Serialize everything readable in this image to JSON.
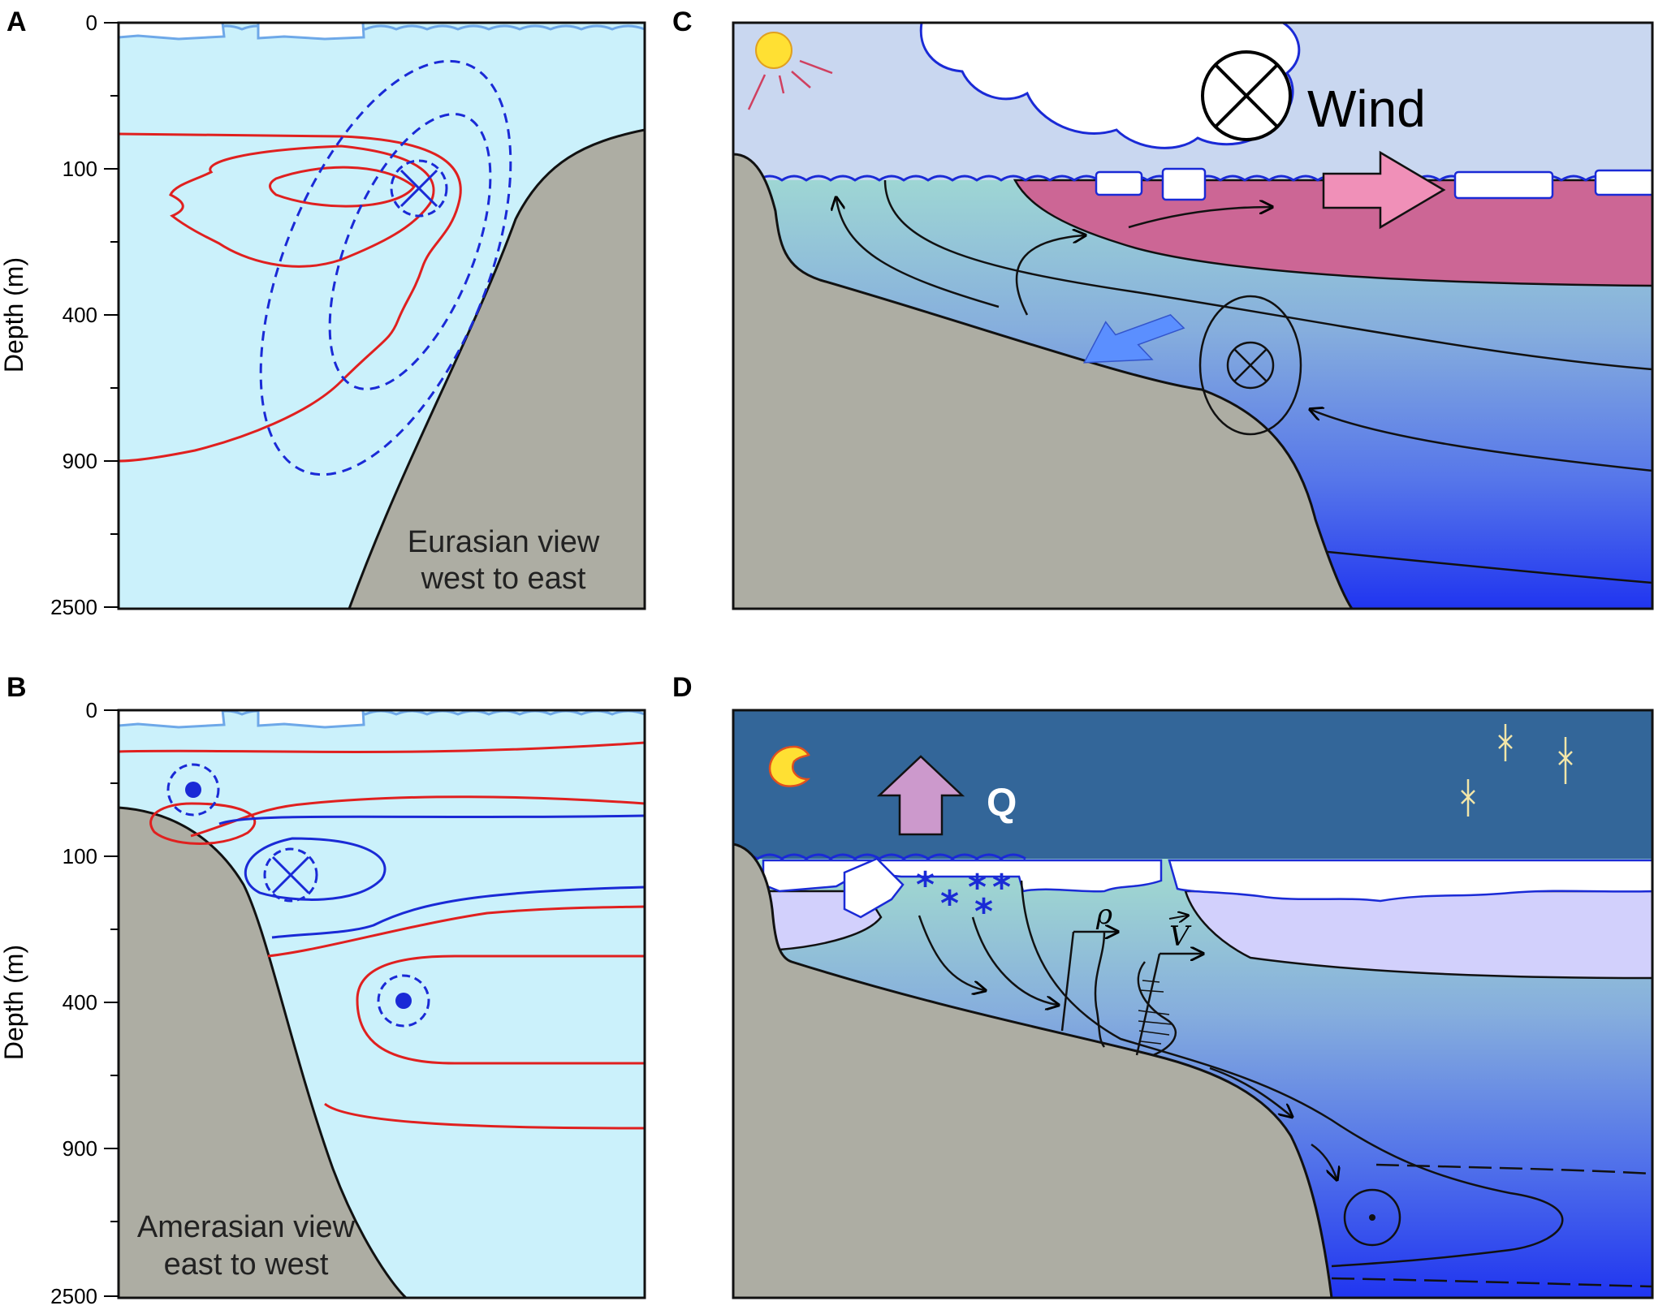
{
  "panels": {
    "a": {
      "label": "A",
      "caption_line1": "Eurasian view",
      "caption_line2": "west to east"
    },
    "b": {
      "label": "B",
      "caption_line1": "Amerasian view",
      "caption_line2": "east to west"
    },
    "c": {
      "label": "C",
      "wind_label": "Wind"
    },
    "d": {
      "label": "D",
      "heat_label": "Q",
      "density_symbol": "ρ",
      "velocity_symbol": "V"
    }
  },
  "axis": {
    "ylabel": "Depth (m)",
    "ticks": [
      "0",
      "100",
      "400",
      "900",
      "2500"
    ]
  },
  "colors": {
    "ocean_light": "#cbf1fb",
    "sky_day": "#c9d7f0",
    "sky_night": "#336699",
    "land": "#adada3",
    "red_isoline": "#e0201f",
    "blue_isoline": "#1a2ad6",
    "warm_layer": "#cc6695",
    "deep_water": "#2035f0",
    "shelf_water": "#9ed6d4"
  },
  "icons": [
    "sun-icon",
    "cloud-icon",
    "moon-icon",
    "star-icon",
    "into-page-icon",
    "out-of-page-icon",
    "ice-floe-icon"
  ]
}
